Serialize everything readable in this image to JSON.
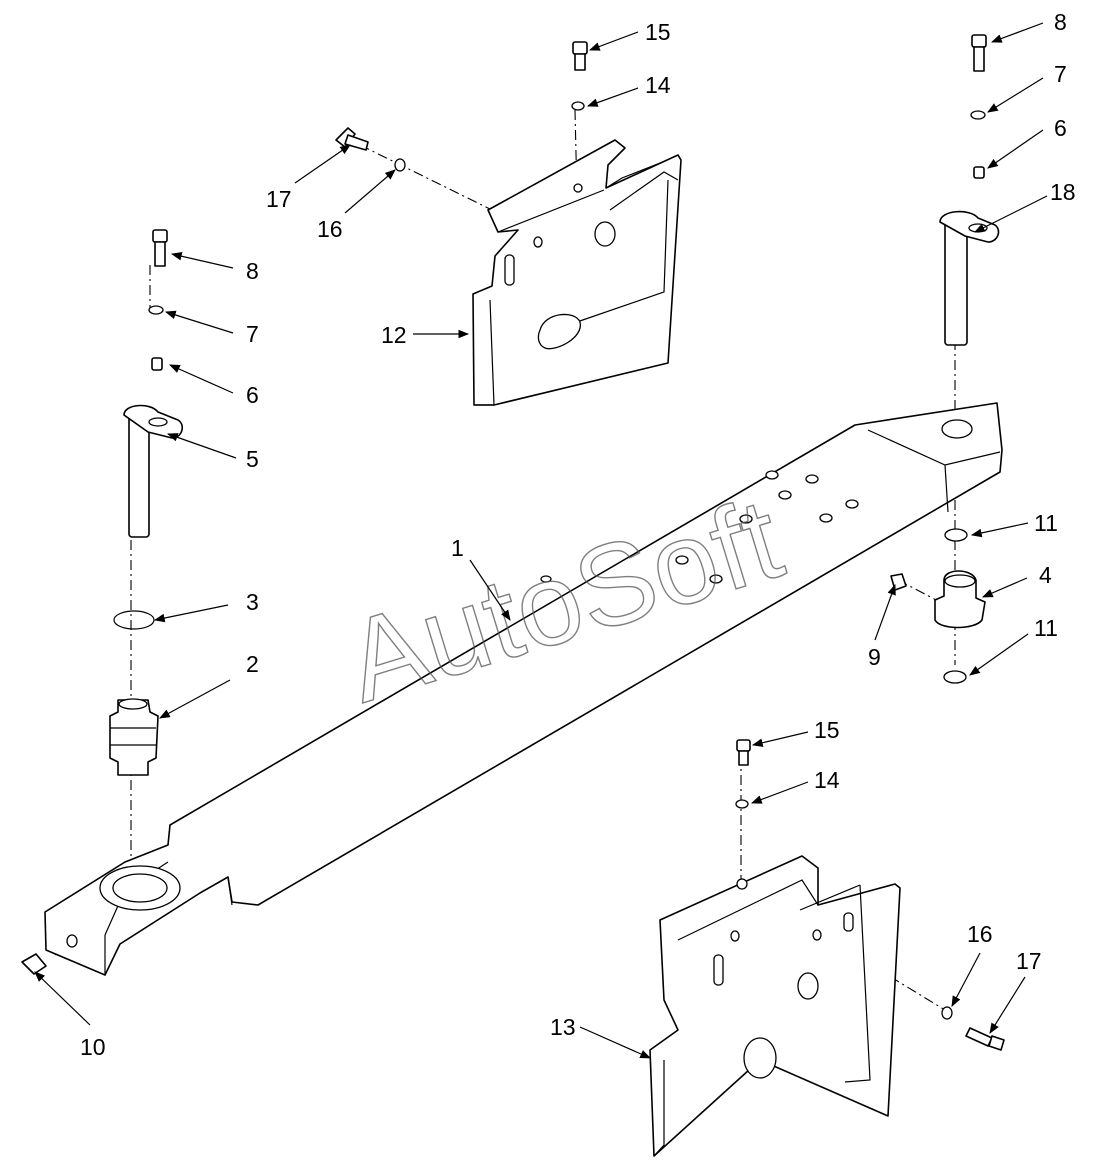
{
  "watermark": "AutoSoft",
  "callouts": {
    "c1": "1",
    "c2": "2",
    "c3": "3",
    "c4": "4",
    "c5": "5",
    "c6a": "6",
    "c6b": "6",
    "c7a": "7",
    "c7b": "7",
    "c8a": "8",
    "c8b": "8",
    "c9": "9",
    "c10": "10",
    "c11a": "11",
    "c11b": "11",
    "c12": "12",
    "c13": "13",
    "c14a": "14",
    "c14b": "14",
    "c15a": "15",
    "c15b": "15",
    "c16a": "16",
    "c16b": "16",
    "c17a": "17",
    "c17b": "17",
    "c18": "18"
  }
}
